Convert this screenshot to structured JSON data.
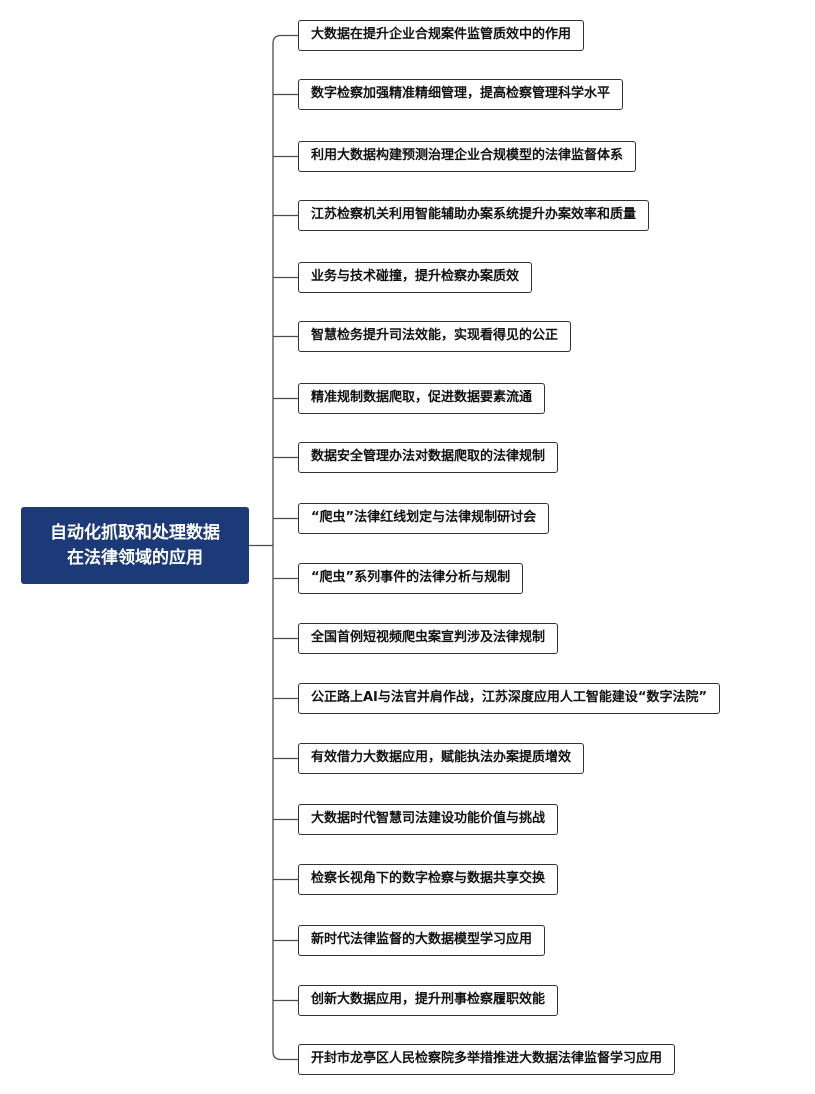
{
  "root": {
    "line1": "自动化抓取和处理数据",
    "line2": "在法律领域的应用"
  },
  "topics": [
    "大数据在提升企业合规案件监管质效中的作用",
    "数字检察加强精准精细管理，提高检察管理科学水平",
    "利用大数据构建预测治理企业合规模型的法律监督体系",
    "江苏检察机关利用智能辅助办案系统提升办案效率和质量",
    "业务与技术碰撞，提升检察办案质效",
    "智慧检务提升司法效能，实现看得见的公正",
    "精准规制数据爬取，促进数据要素流通",
    "数据安全管理办法对数据爬取的法律规制",
    "“爬虫”法律红线划定与法律规制研讨会",
    "“爬虫”系列事件的法律分析与规制",
    "全国首例短视频爬虫案宣判涉及法律规制",
    "公正路上AI与法官并肩作战，江苏深度应用人工智能建设“数字法院”",
    "有效借力大数据应用，赋能执法办案提质增效",
    "大数据时代智慧司法建设功能价值与挑战",
    "检察长视角下的数字检察与数据共享交换",
    "新时代法律监督的大数据模型学习应用",
    "创新大数据应用，提升刑事检察履职效能",
    "开封市龙亭区人民检察院多举措推进大数据法律监督学习应用"
  ]
}
